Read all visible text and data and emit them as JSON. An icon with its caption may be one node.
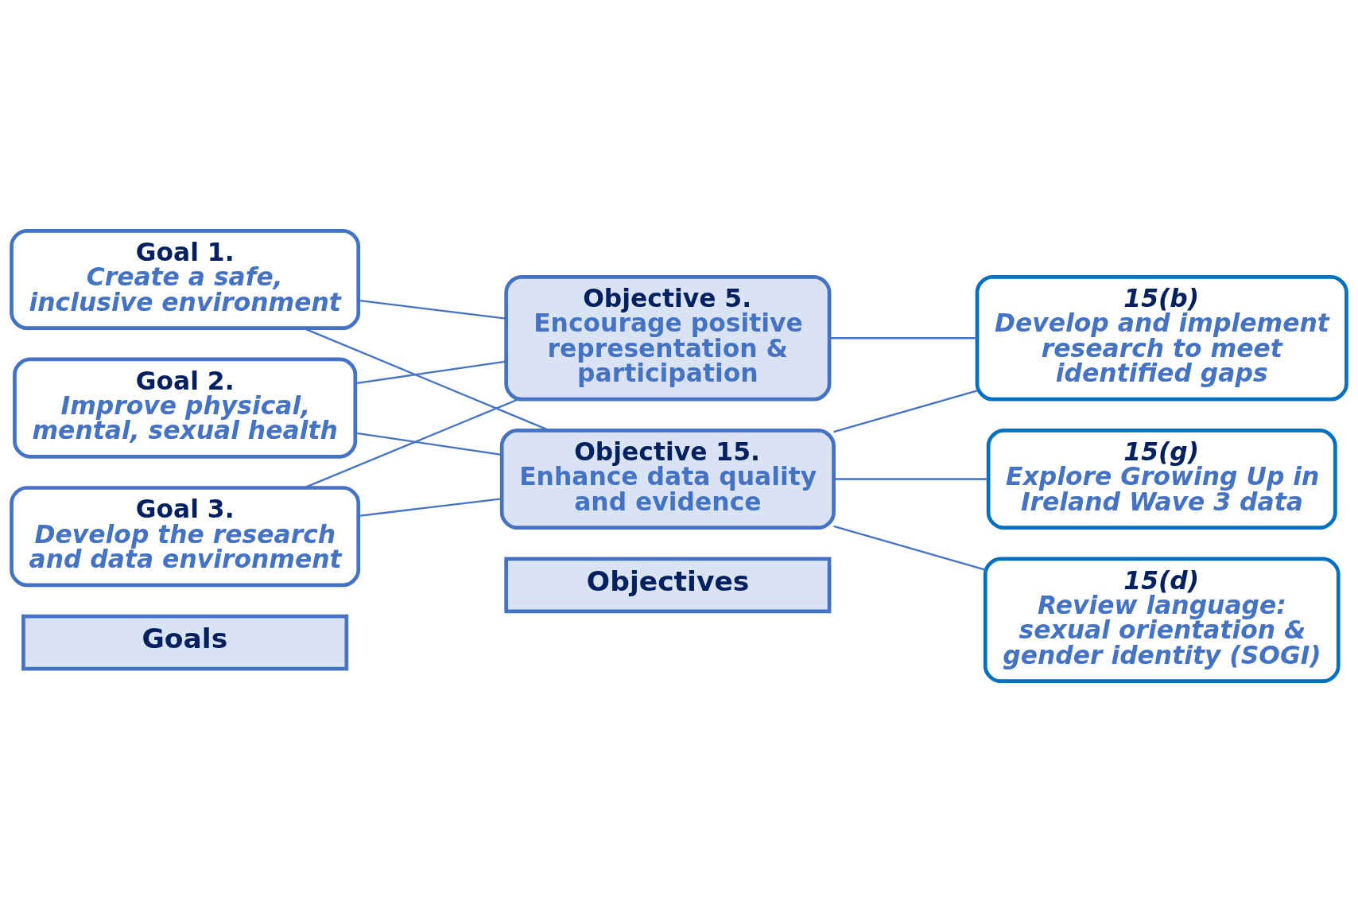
{
  "diagram": {
    "nodes": [
      {
        "text": [
          "Goals"
        ]
      },
      {
        "text": [
          "Objectives"
        ]
      },
      {
        "text": [
          "Goal 1.",
          "Create a safe, inclusive environment"
        ]
      },
      {
        "text": [
          "Goal 2.",
          "Improve physical, mental, sexual health"
        ]
      },
      {
        "text": [
          "Goal 3.",
          "Develop the research and data environment"
        ]
      },
      {
        "text": [
          "Objective 5.",
          "Encourage positive representation & participation"
        ]
      },
      {
        "text": [
          "Objective 15.",
          "Enhance data quality and evidence"
        ]
      },
      {
        "text": [
          "15(b)",
          "Develop and implement research to meet identified gaps"
        ]
      },
      {
        "text": [
          "15(d)",
          "Review language: sexual orientation & gender identity (SOGI)"
        ]
      },
      {
        "text": [
          "15(g)",
          "Explore Growing Up in Ireland Wave 3 data"
        ]
      }
    ],
    "edges": [
      {
        "from": 2,
        "to": 5,
        "arrow": "none"
      },
      {
        "from": 3,
        "to": 5,
        "arrow": "none"
      },
      {
        "from": 4,
        "to": 5,
        "arrow": "none"
      },
      {
        "from": 2,
        "to": 6,
        "arrow": "none"
      },
      {
        "from": 3,
        "to": 6,
        "arrow": "none"
      },
      {
        "from": 4,
        "to": 6,
        "arrow": "none"
      },
      {
        "from": 5,
        "to": 7,
        "arrow": "none"
      },
      {
        "from": 6,
        "to": 7,
        "arrow": "none"
      },
      {
        "from": 6,
        "to": 8,
        "arrow": "none"
      },
      {
        "from": 6,
        "to": 9,
        "arrow": "none"
      }
    ]
  }
}
